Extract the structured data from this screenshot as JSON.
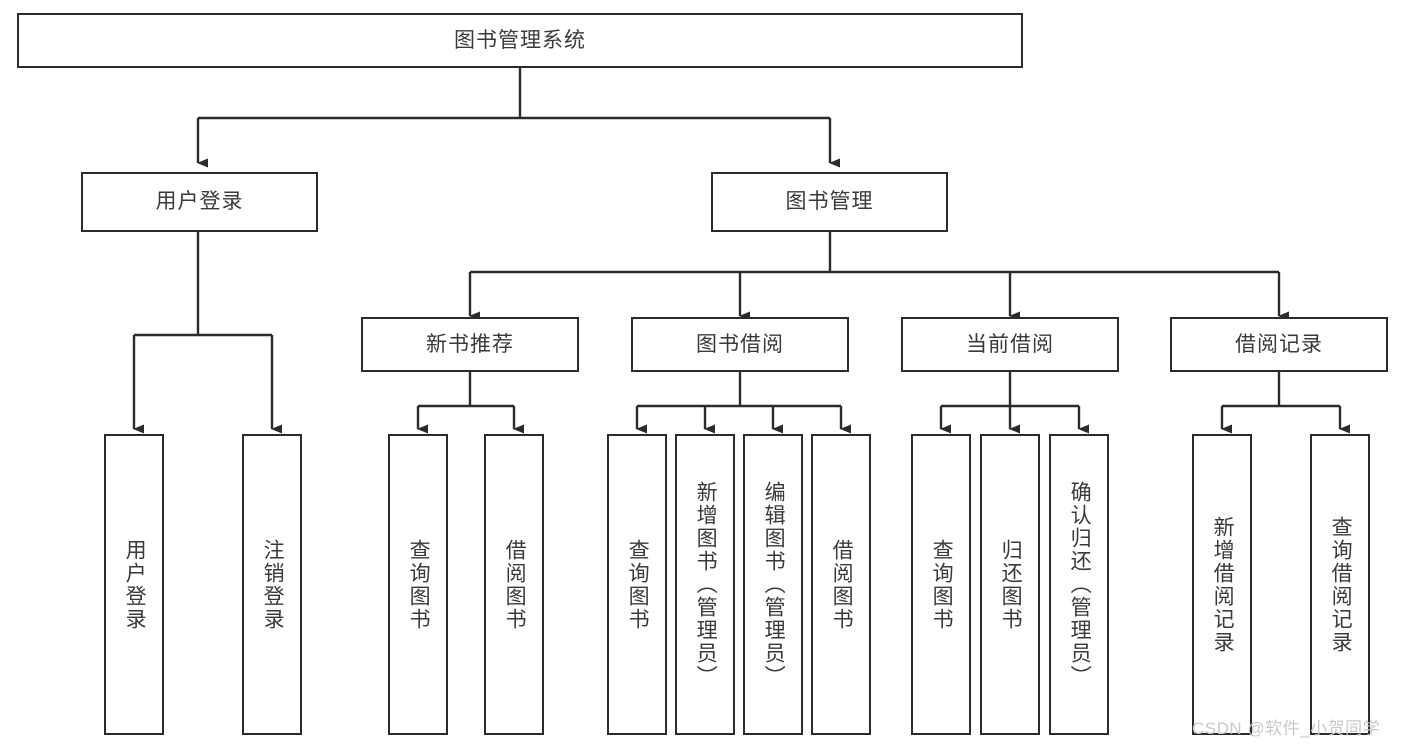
{
  "diagram": {
    "title": "图书管理系统",
    "type": "hierarchy-tree",
    "watermark": "CSDN @软件_小贺同学",
    "colors": {
      "box_border": "#2b2b2b",
      "box_fill": "#ffffff",
      "text": "#3a3a3a",
      "edge": "#2b2b2b",
      "watermark": "#c9c9c9"
    },
    "levels": {
      "root": {
        "label": "图书管理系统"
      },
      "level1": [
        {
          "label": "用户登录"
        },
        {
          "label": "图书管理"
        }
      ],
      "level2": [
        {
          "label": "新书推荐"
        },
        {
          "label": "图书借阅"
        },
        {
          "label": "当前借阅"
        },
        {
          "label": "借阅记录"
        }
      ],
      "leaves": {
        "user_login": [
          {
            "label": "用户登录"
          },
          {
            "label": "注销登录"
          }
        ],
        "new_book": [
          {
            "label": "查询图书"
          },
          {
            "label": "借阅图书"
          }
        ],
        "book_borrow": [
          {
            "label": "查询图书"
          },
          {
            "label": "新增图书（管理员）"
          },
          {
            "label": "编辑图书（管理员）"
          },
          {
            "label": "借阅图书"
          }
        ],
        "current_borrow": [
          {
            "label": "查询图书"
          },
          {
            "label": "归还图书"
          },
          {
            "label": "确认归还（管理员）"
          }
        ],
        "borrow_record": [
          {
            "label": "新增借阅记录"
          },
          {
            "label": "查询借阅记录"
          }
        ]
      }
    }
  }
}
